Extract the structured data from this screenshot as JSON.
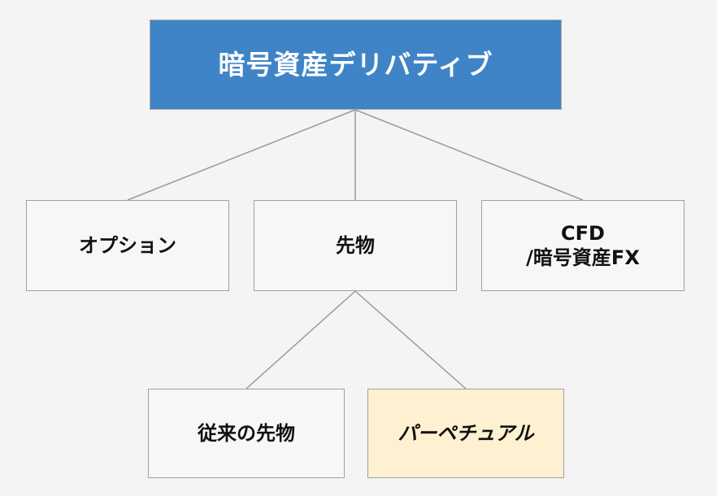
{
  "root": {
    "label": "暗号資産デリバティブ",
    "color": "#3f84c6"
  },
  "children": [
    {
      "label": "オプション"
    },
    {
      "label": "先物",
      "children": [
        {
          "label": "従来の先物"
        },
        {
          "label": "パーペチュアル",
          "highlight_color": "#fdf1d1"
        }
      ]
    },
    {
      "label_line1": "CFD",
      "label_line2": "/暗号資産FX"
    }
  ]
}
